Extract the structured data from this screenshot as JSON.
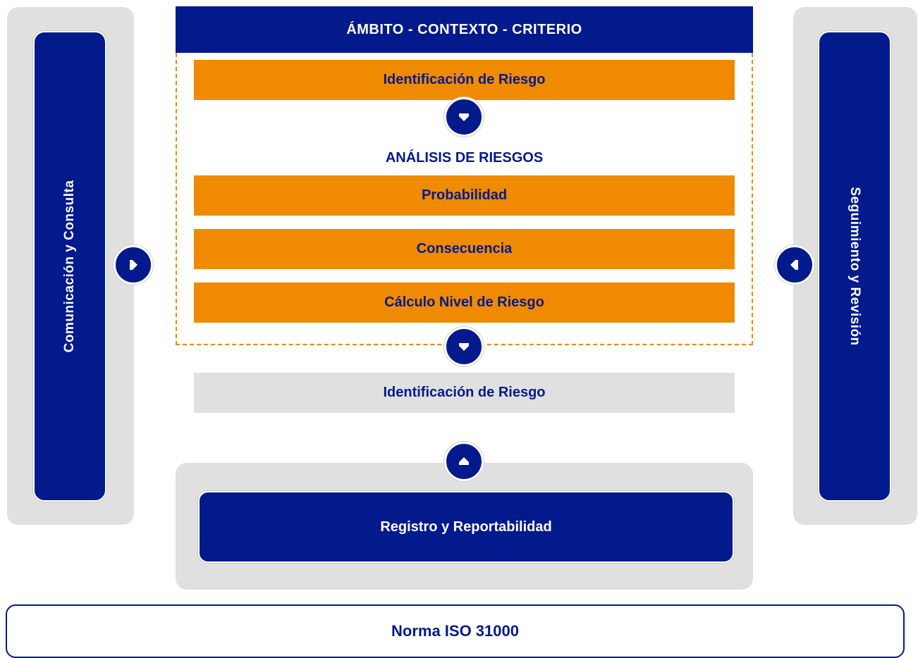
{
  "left_panel": {
    "label": "Comunicación y Consulta"
  },
  "right_panel": {
    "label": "Seguimiento y Revisión"
  },
  "header": {
    "title": "ÁMBITO - CONTEXTO - CRITERIO"
  },
  "process": {
    "identification": "Identificación de Riesgo",
    "analysis_title": "ANÁLISIS DE RIESGOS",
    "analysis_steps": [
      "Probabilidad",
      "Consecuencia",
      "Cálculo Nivel de Riesgo"
    ],
    "evaluation": "Identificación de Riesgo"
  },
  "registro": {
    "label": "Registro y Reportabilidad"
  },
  "footer": {
    "label": "Norma ISO 31000"
  },
  "colors": {
    "navy": "#031a8c",
    "orange": "#f08a00",
    "grey": "#e0e0e0",
    "dashed": "#f0880a"
  },
  "icons": [
    "arrow-down-icon",
    "arrow-down-icon",
    "arrow-right-icon",
    "arrow-left-icon",
    "arrow-up-icon"
  ]
}
